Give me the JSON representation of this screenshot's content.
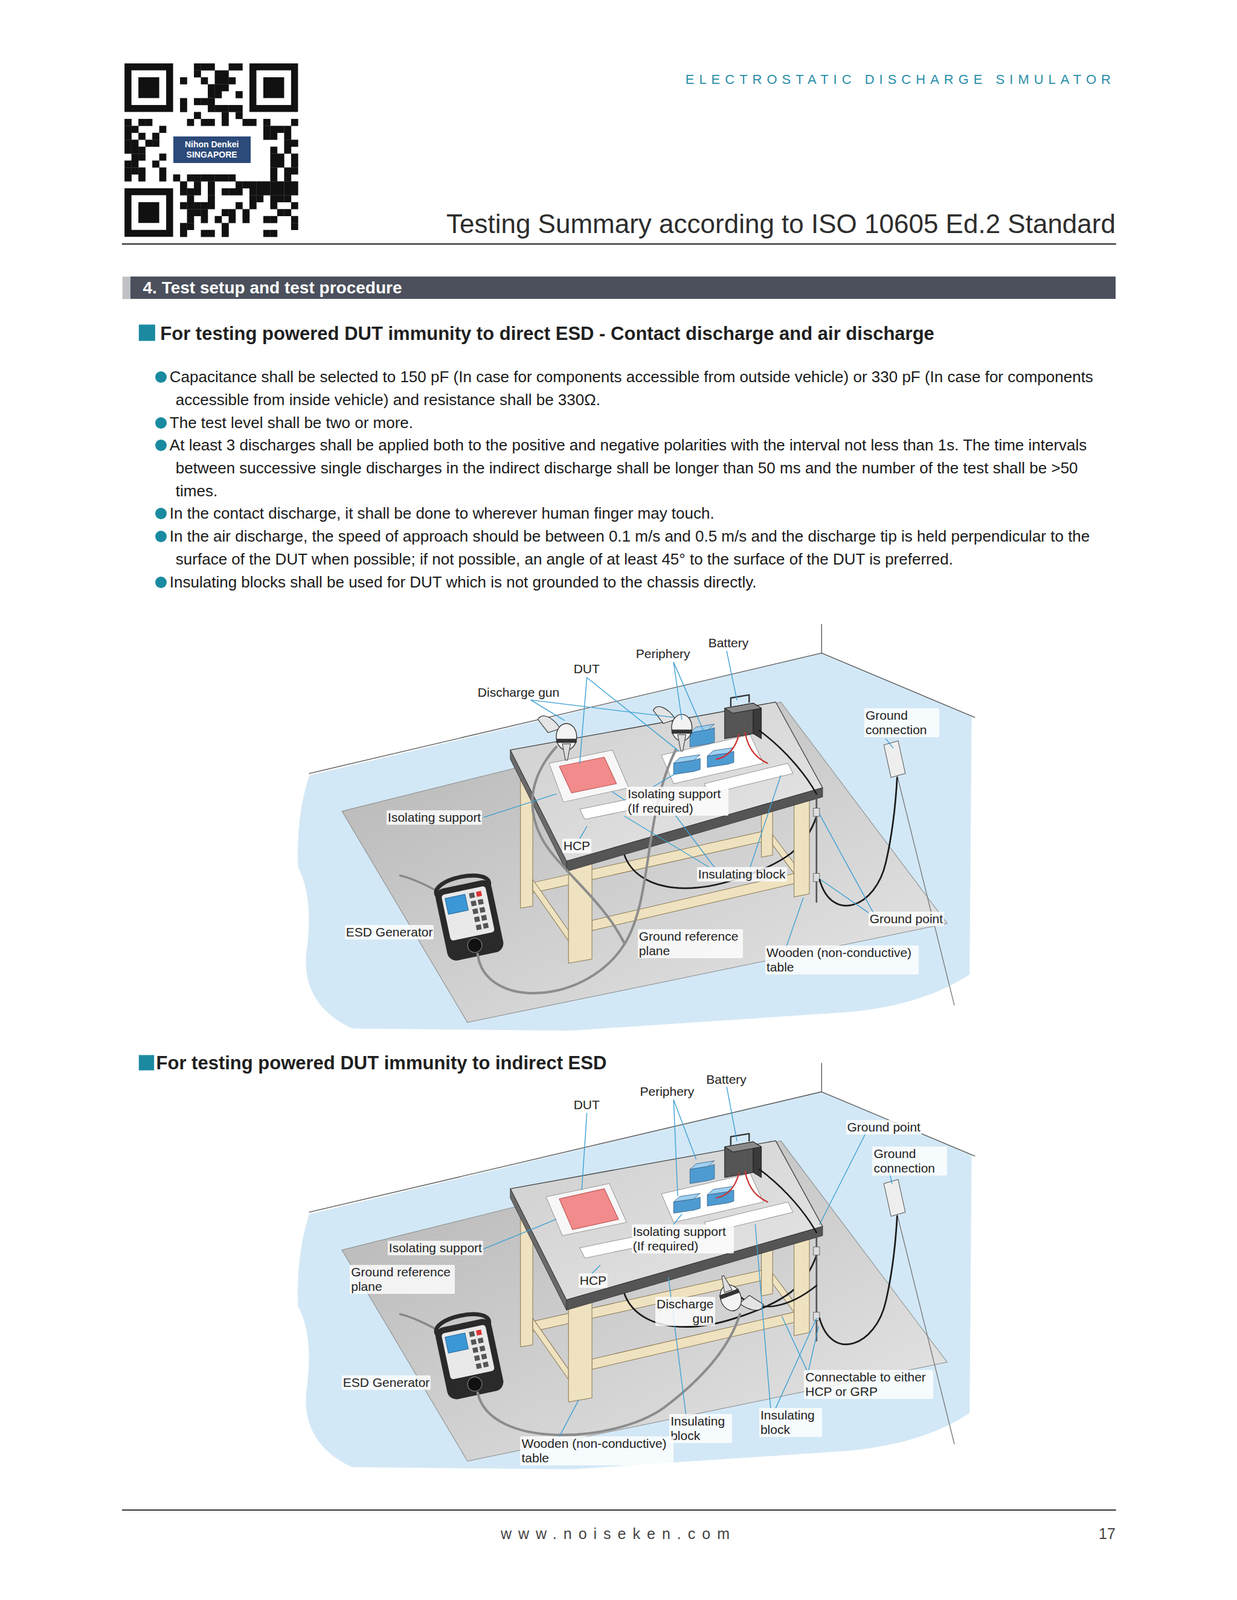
{
  "diagram": {
    "title": "Testing Summary according to ISO 10605 Ed.2 Standard",
    "nodes": [
      {
        "text": [
          "Nihon Denkei SINGAPORE"
        ]
      },
      {
        "text": [
          "4. Test setup and test procedure"
        ]
      }
    ],
    "labels": [
      "ELECTROSTATIC DISCHARGE SIMULATOR",
      "For testing powered DUT immunity to direct ESD - Contact discharge and air discharge",
      "Capacitance shall be selected to 150 pF (In case for components accessible from outside vehicle) or 330 pF (In case for components accessible from inside vehicle) and resistance shall be 330Ω.",
      "The test level shall be two or more.",
      "At least 3 discharges shall be applied both to the positive and negative polarities with the interval not less than 1s. The time intervals between successive single discharges in the indirect discharge shall be longer than 50 ms and the number of the test shall be >50 times.",
      "In the contact discharge, it shall be done to wherever human finger may touch.",
      "In the air discharge, the speed of approach should be between 0.1 m/s and 0.5 m/s and the discharge tip is held perpendicular to the surface of the DUT when possible; if not possible, an angle of at least 45° to the surface of the DUT is preferred.",
      "Insulating blocks shall be used for DUT which is not grounded to the chassis directly.",
      "Battery",
      "Periphery",
      "DUT",
      "Discharge gun",
      "Ground connection",
      "Isolating support (If required)",
      "Isolating support",
      "HCP",
      "Insulating block",
      "Ground point",
      "ESD Generator",
      "Ground reference plane",
      "Wooden (non-conductive) table",
      "For testing powered DUT immunity to indirect ESD",
      "Battery",
      "Periphery",
      "DUT",
      "Ground point",
      "Ground connection",
      "Isolating support",
      "Isolating support (If required)",
      "Ground reference plane",
      "HCP",
      "Discharge gun",
      "ESD Generator",
      "Connectable to either HCP or GRP",
      "Insulating block",
      "Insulating block",
      "Wooden (non-conductive) table",
      "www.noiseken.com",
      "17"
    ]
  }
}
